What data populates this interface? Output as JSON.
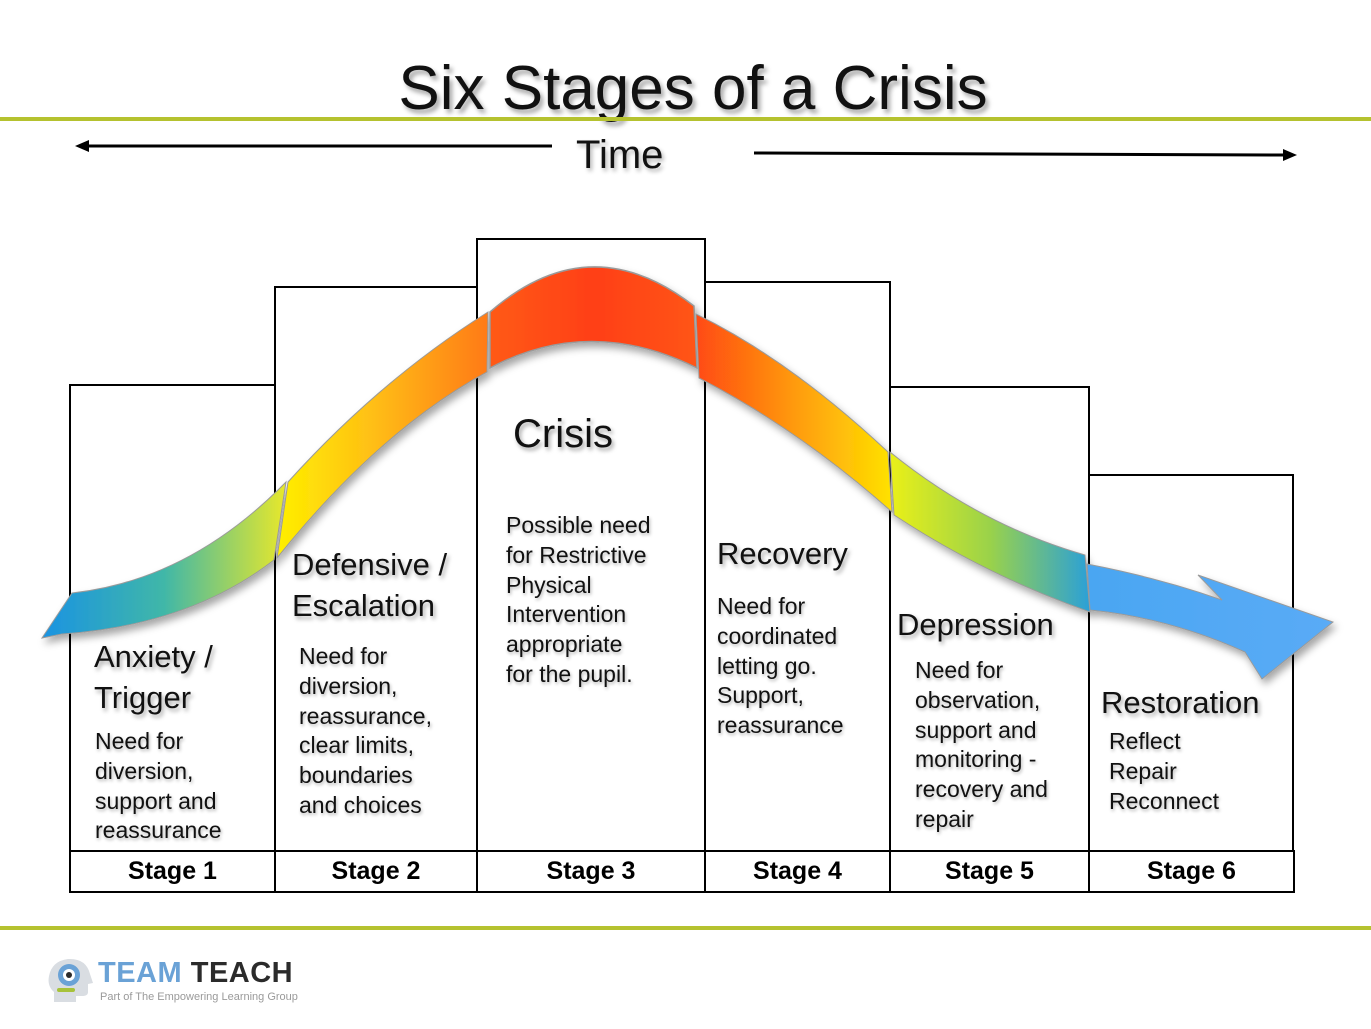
{
  "title": "Six Stages of a Crisis",
  "time_label": "Time",
  "stages": [
    {
      "label": "Stage 1",
      "title": "Anxiety /\nTrigger",
      "description": "Need for\ndiversion,\nsupport and\nreassurance"
    },
    {
      "label": "Stage 2",
      "title": "Defensive /\nEscalation",
      "description": "Need for\ndiversion,\nreassurance,\nclear limits,\nboundaries\nand choices"
    },
    {
      "label": "Stage 3",
      "title": "Crisis",
      "description": "Possible need\nfor Restrictive\nPhysical\nIntervention\nappropriate\nfor the pupil."
    },
    {
      "label": "Stage 4",
      "title": "Recovery",
      "description": "Need for\ncoordinated\nletting go.\nSupport,\nreassurance"
    },
    {
      "label": "Stage 5",
      "title": "Depression",
      "description": "Need for\nobservation,\nsupport and\nmonitoring -\nrecovery and\nrepair"
    },
    {
      "label": "Stage 6",
      "title": "Restoration",
      "description": "Reflect\nRepair\nReconnect"
    }
  ],
  "colors": {
    "accent_line": "#b5c22f",
    "curve_blue": "#1e96e0",
    "curve_yellow": "#ffe400",
    "curve_orange": "#ff7a14",
    "curve_red": "#ff4416",
    "curve_light_blue": "#52a7f2"
  },
  "logo": {
    "brand_part1": "TEAM",
    "brand_part2": "TEACH",
    "tagline": "Part of The Empowering Learning Group"
  }
}
